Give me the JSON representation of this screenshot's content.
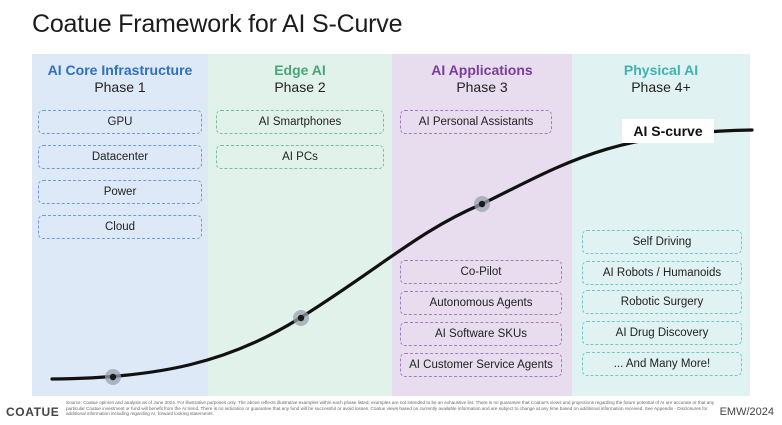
{
  "title": "Coatue Framework for AI S-Curve",
  "phases": [
    {
      "title": "AI Core Infrastructure",
      "subtitle": "Phase 1",
      "items": [
        "GPU",
        "Datacenter",
        "Power",
        "Cloud"
      ]
    },
    {
      "title": "Edge AI",
      "subtitle": "Phase 2",
      "items": [
        "AI Smartphones",
        "AI PCs"
      ]
    },
    {
      "title": "AI Applications",
      "subtitle": "Phase 3",
      "items": [
        "AI Personal Assistants",
        "Co-Pilot",
        "Autonomous Agents",
        "AI Software SKUs",
        "AI Customer Service Agents"
      ]
    },
    {
      "title": "Physical AI",
      "subtitle": "Phase 4+",
      "items": [
        "Self Driving",
        "AI Robots / Humanoids",
        "Robotic Surgery",
        "AI Drug Discovery",
        "... And Many More!"
      ]
    }
  ],
  "curve_label": "AI S-curve",
  "footer": {
    "brand": "COATUE",
    "note": "Source: Coatue opinion and analysis as of June 2024. For illustrative purposes only. The above reflects illustrative examples within each phase listed; examples are not intended to be an exhaustive list. There is no guarantee that Coatue's views and projections regarding the future potential of AI are accurate or that any particular Coatue investment or fund will benefit from the AI trend. There is no indication or guarantee that any fund will be successful or avoid losses. Coatue views based on currently available information and are subject to change at any time based on additional information received. See Appendix - Disclosures for additional information including regarding AI, forward looking statements.",
    "right": "EMW/2024"
  },
  "colors": {
    "phase1": "#dde9f7",
    "phase2": "#e1f2ea",
    "phase3": "#e8dcef",
    "phase4": "#e0f2f1",
    "curve": "#111111",
    "milestone": "#9aa1ad"
  }
}
